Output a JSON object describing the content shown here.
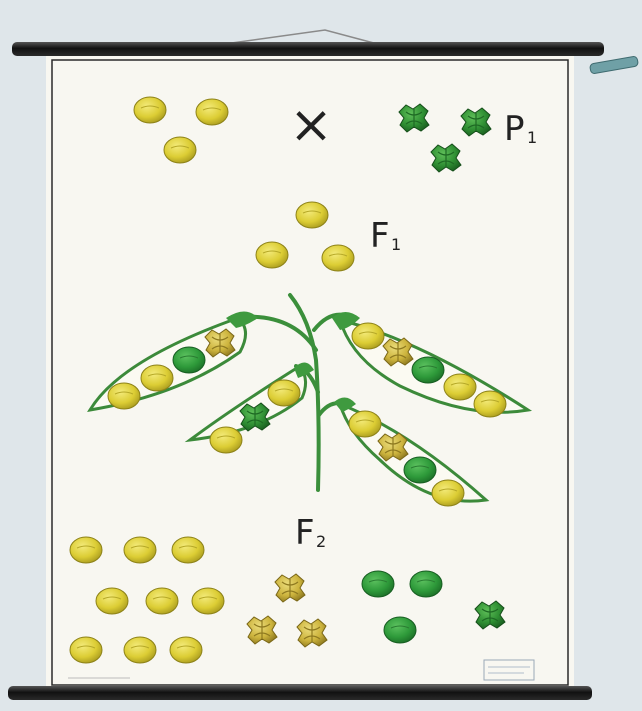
{
  "labels": {
    "cross_symbol": "×",
    "p_main": "P",
    "p_sub": "1",
    "f1_main": "F",
    "f1_sub": "1",
    "f2_main": "F",
    "f2_sub": "2"
  },
  "colors": {
    "yellow_pea": "#e2d53a",
    "yellow_wrinkled": "#c9b23b",
    "green_pea": "#2f9a3a",
    "green_wrinkled": "#3a9a3a",
    "pod_outline": "#3c8a3a",
    "stem": "#3b8f3b",
    "chart_paper": "#f7f6f0",
    "roller": "#1a1a1a"
  },
  "icons": {
    "yellow_smooth": "yellow-round-pea-icon",
    "yellow_wrinkled": "yellow-wrinkled-pea-icon",
    "green_smooth": "green-round-pea-icon",
    "green_wrinkled": "green-wrinkled-pea-icon"
  },
  "f2_counts": {
    "yellow_smooth": 9,
    "yellow_wrinkled": 3,
    "green_smooth": 3,
    "green_wrinkled": 1
  }
}
